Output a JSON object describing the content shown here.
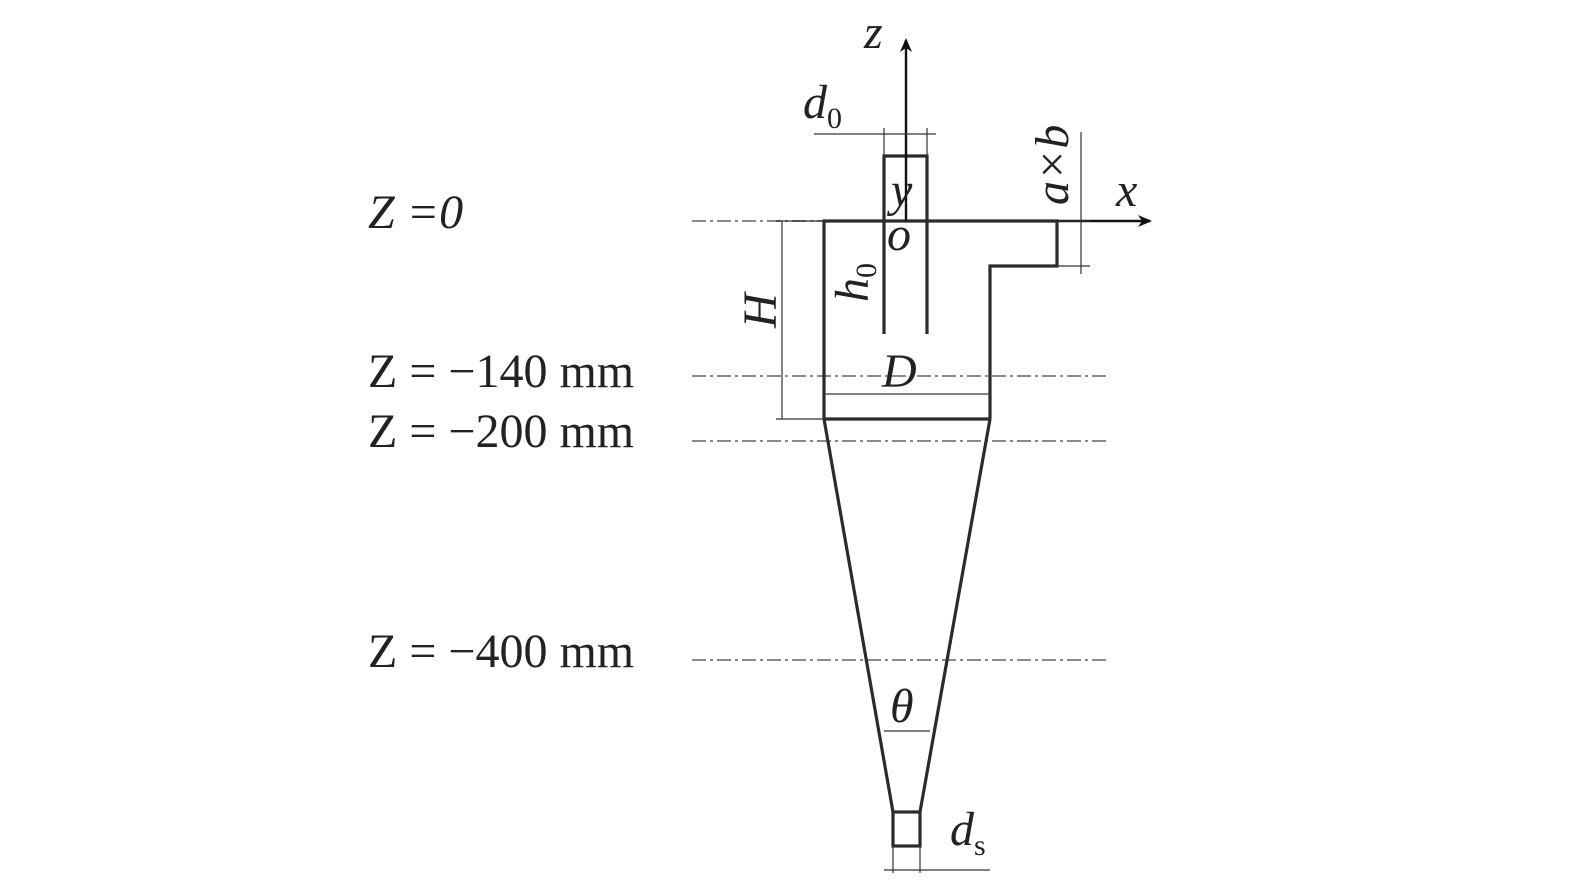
{
  "levels": {
    "z0": "Z =0",
    "z140": "Z = −140 mm",
    "z200": "Z = −200 mm",
    "z400": "Z = −400 mm"
  },
  "axes": {
    "z": "z",
    "x": "x",
    "y": "y",
    "origin": "o"
  },
  "dims": {
    "d0_main": "d",
    "d0_sub": "0",
    "inlet_size": "a×b",
    "H": "H",
    "h0_main": "h",
    "h0_sub": "0",
    "D": "D",
    "theta": "θ",
    "ds_main": "d",
    "ds_sub": "s"
  },
  "colors": {
    "body": "#2b2b2b",
    "dash": "#8a8a8a",
    "text": "#222222"
  }
}
